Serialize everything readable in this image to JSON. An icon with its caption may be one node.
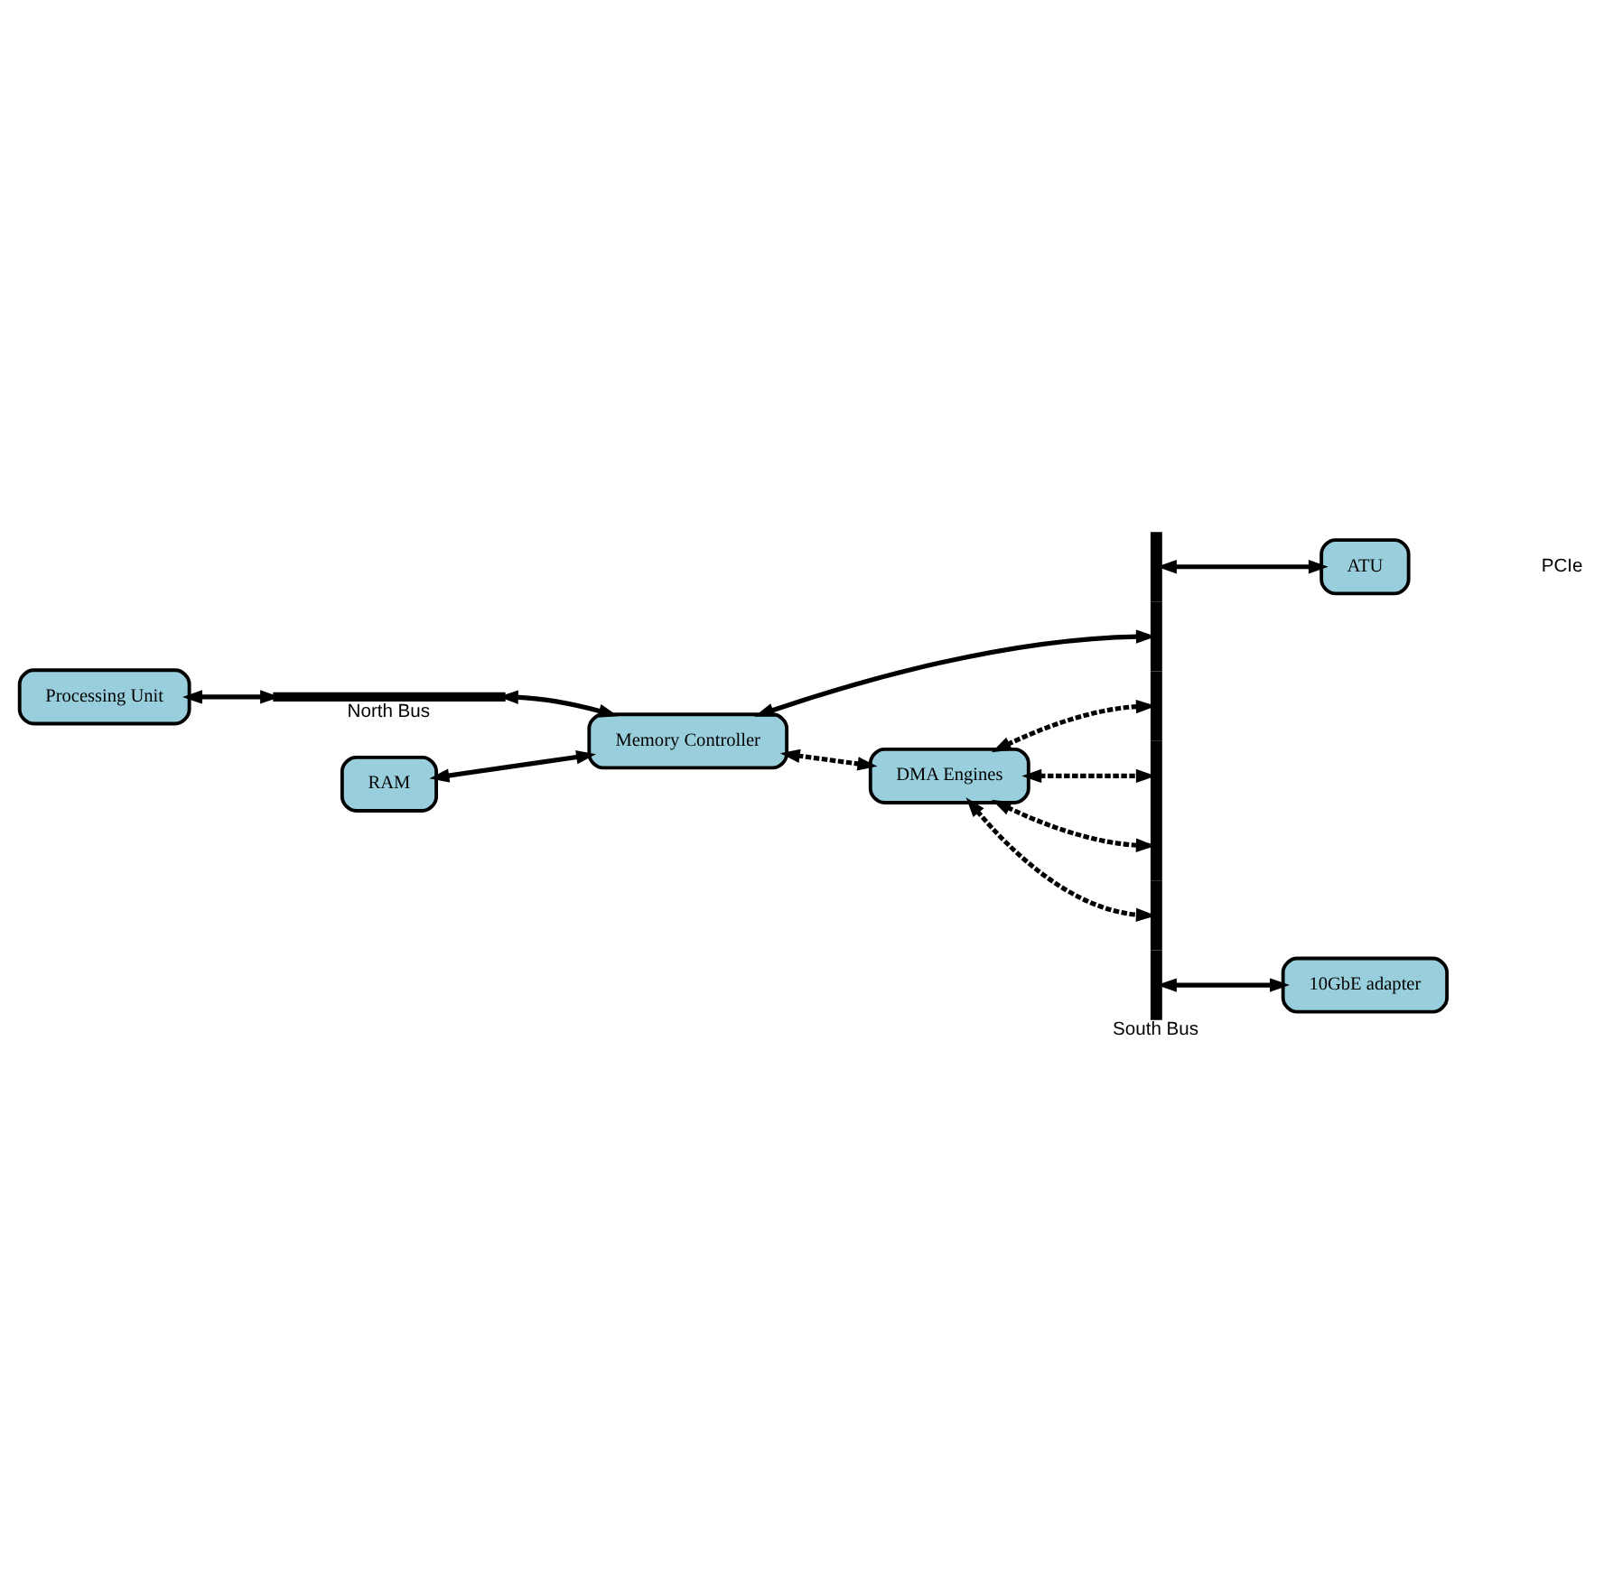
{
  "diagram": {
    "nodes": [
      {
        "text": [
          "Processing Unit"
        ]
      },
      {
        "text": [
          "RAM"
        ]
      },
      {
        "text": [
          "ATU"
        ]
      },
      {
        "text": [],
        "shape": "bar",
        "beside": [
          "North Bus"
        ]
      },
      {
        "text": [
          "Memory Controller"
        ]
      },
      {
        "text": [],
        "shape": "bar",
        "beside": [
          "South Bus"
        ]
      },
      {
        "text": [
          "DMA Engines"
        ]
      },
      {
        "text": [
          "10GbE adapter"
        ]
      }
    ],
    "edges": [
      {
        "from": 0,
        "to": 3,
        "arrow": "both"
      },
      {
        "from": 3,
        "to": 4,
        "arrow": "both"
      },
      {
        "from": 1,
        "to": 4,
        "arrow": "both"
      },
      {
        "from": 4,
        "to": 5,
        "arrow": "both"
      },
      {
        "from": 5,
        "to": 2,
        "arrow": "both"
      },
      {
        "from": 4,
        "to": 6,
        "arrow": "both",
        "style": "dashed"
      },
      {
        "from": 6,
        "to": 5,
        "arrow": "both",
        "style": "dashed"
      },
      {
        "from": 6,
        "to": 5,
        "arrow": "both",
        "style": "dashed"
      },
      {
        "from": 6,
        "to": 5,
        "arrow": "both",
        "style": "dashed"
      },
      {
        "from": 6,
        "to": 5,
        "arrow": "both",
        "style": "dashed"
      },
      {
        "from": 5,
        "to": 7,
        "arrow": "both"
      }
    ],
    "labels": [
      "PCIe"
    ]
  }
}
